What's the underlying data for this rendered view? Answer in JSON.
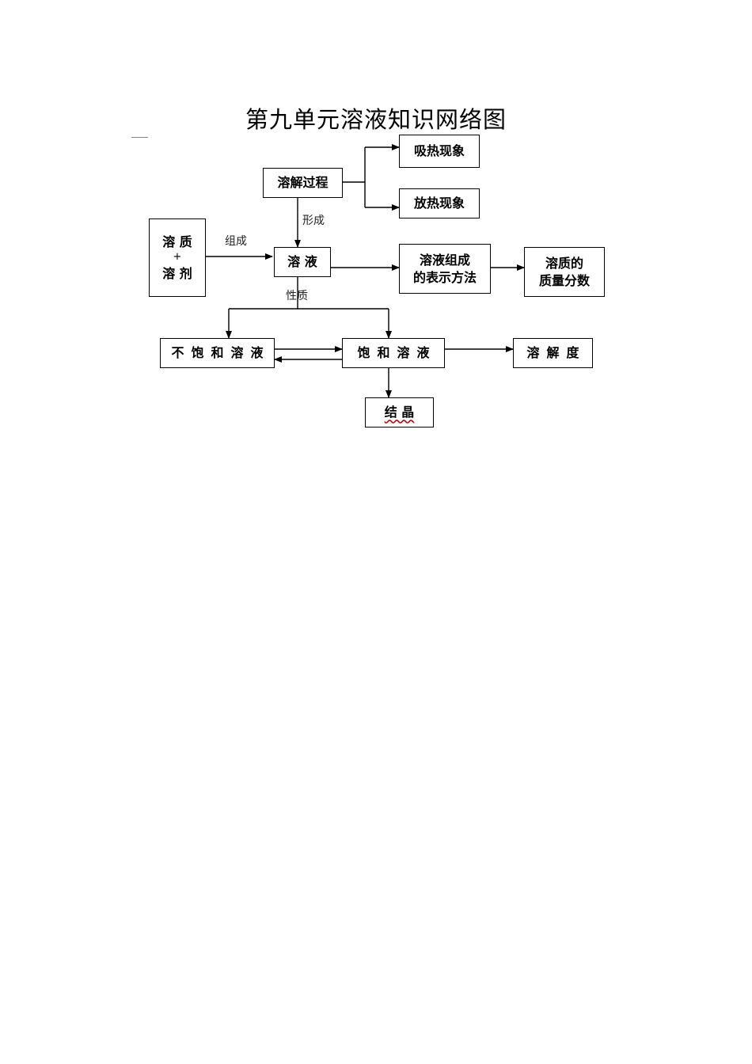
{
  "title": "第九单元溶液知识网络图",
  "nodes": {
    "dissolution_process": "溶解过程",
    "endothermic": "吸热现象",
    "exothermic": "放热现象",
    "solute": "溶 质",
    "plus": "+",
    "solvent": "溶 剂",
    "solution": "溶 液",
    "composition_line1": "溶液组成",
    "composition_line2": "的表示方法",
    "mass_fraction_line1": "溶质的",
    "mass_fraction_line2": "质量分数",
    "unsaturated": "不饱和溶液",
    "saturated": "饱和溶液",
    "solubility": "溶解度",
    "crystallization": "结 晶"
  },
  "edge_labels": {
    "forms": "形成",
    "composes": "组成",
    "properties": "性质"
  }
}
